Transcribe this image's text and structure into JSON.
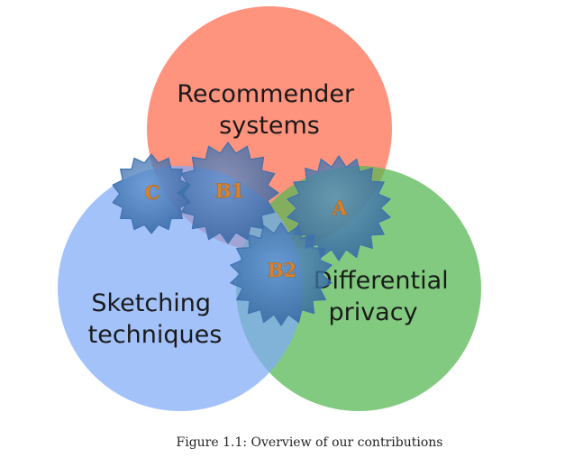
{
  "circles": {
    "recommender": {
      "lines": [
        "Recommender",
        "systems"
      ],
      "color": "#fe7b62"
    },
    "sketching": {
      "lines": [
        "Sketching",
        "techniques"
      ],
      "color": "#7faaf8"
    },
    "privacy": {
      "lines": [
        "Differential",
        "privacy"
      ],
      "color": "#57b853"
    }
  },
  "gears": {
    "c": {
      "label": "C"
    },
    "b1": {
      "label": "B1"
    },
    "a": {
      "label": "A"
    },
    "b2": {
      "label": "B2"
    }
  },
  "gear_color": "#3f73b1",
  "caption": "Figure 1.1: Overview of our contributions"
}
